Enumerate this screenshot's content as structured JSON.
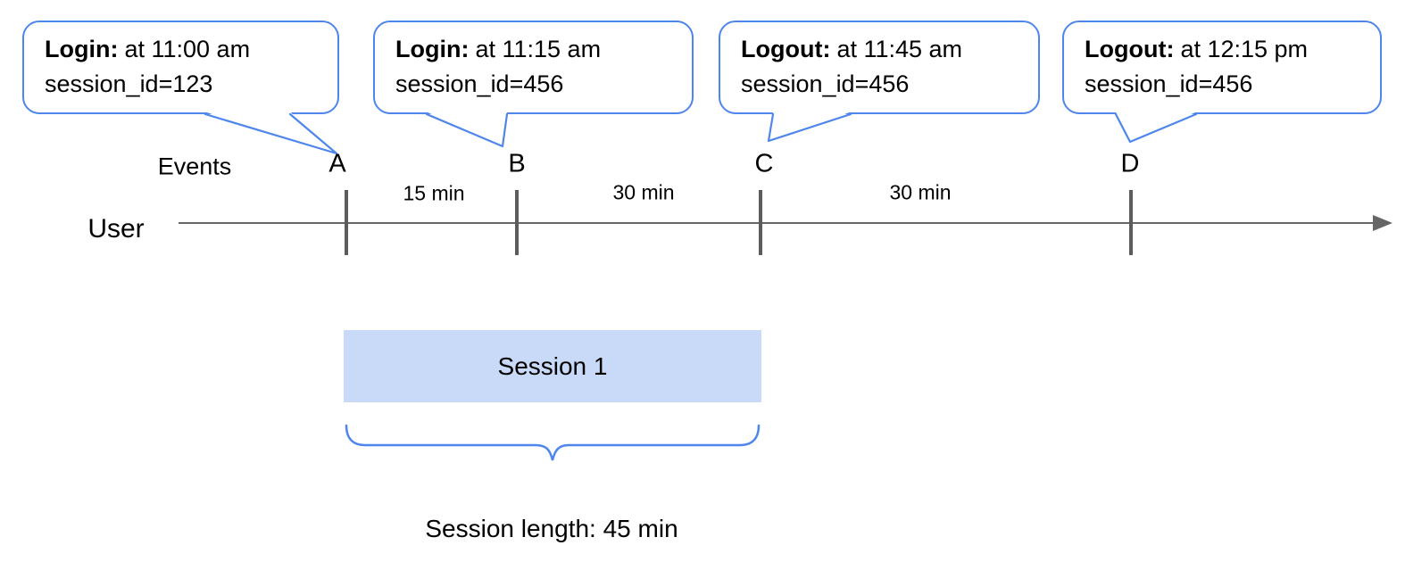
{
  "colors": {
    "accent_blue": "#4e86ec",
    "session_fill": "#c9daf8",
    "timeline_gray": "#666666",
    "text": "#000000"
  },
  "callouts": [
    {
      "marker": "A",
      "title": "Login:",
      "detail": "at 11:00 am",
      "session": "session_id=123"
    },
    {
      "marker": "B",
      "title": "Login:",
      "detail": "at 11:15 am",
      "session": "session_id=456"
    },
    {
      "marker": "C",
      "title": "Logout:",
      "detail": "at 11:45 am",
      "session": "session_id=456"
    },
    {
      "marker": "D",
      "title": "Logout:",
      "detail": "at 12:15 pm",
      "session": "session_id=456"
    }
  ],
  "timeline": {
    "events_label": "Events",
    "user_label": "User",
    "markers": [
      "A",
      "B",
      "C",
      "D"
    ],
    "intervals": [
      "15 min",
      "30 min",
      "30 min"
    ]
  },
  "session": {
    "box_label": "Session 1",
    "length_label": "Session length: 45 min"
  }
}
